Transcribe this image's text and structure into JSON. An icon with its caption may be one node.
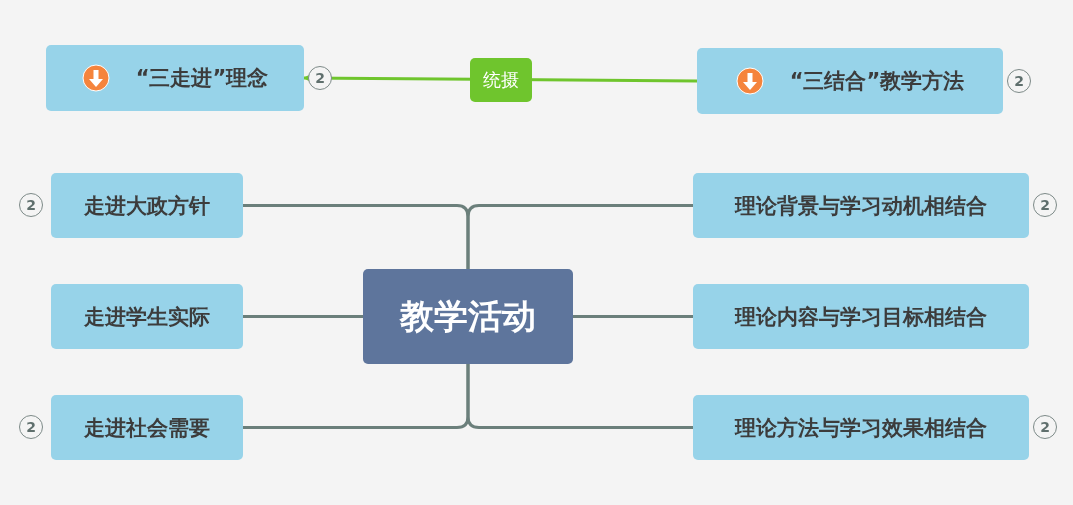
{
  "diagram": {
    "nodes": [
      {
        "text": [
          "“三走进”理念"
        ],
        "beside": [
          "2"
        ]
      },
      {
        "text": [
          "“三结合”教学方法"
        ],
        "beside": [
          "2"
        ]
      },
      {
        "text": [
          "教学活动"
        ]
      },
      {
        "text": [
          "走进大政方针"
        ],
        "beside": [
          "2"
        ]
      },
      {
        "text": [
          "走进学生实际"
        ]
      },
      {
        "text": [
          "走进社会需要"
        ],
        "beside": [
          "2"
        ]
      },
      {
        "text": [
          "理论背景与学习动机相结合"
        ],
        "beside": [
          "2"
        ]
      },
      {
        "text": [
          "理论内容与学习目标相结合"
        ]
      },
      {
        "text": [
          "理论方法与学习效果相结合"
        ],
        "beside": [
          "2"
        ]
      }
    ],
    "edges": [
      {
        "from": 1,
        "to": 0,
        "arrow": "to",
        "label": "统摄",
        "color": "#6fc52d"
      },
      {
        "from": 2,
        "to": 3,
        "arrow": "none"
      },
      {
        "from": 2,
        "to": 4,
        "arrow": "none"
      },
      {
        "from": 2,
        "to": 5,
        "arrow": "none"
      },
      {
        "from": 2,
        "to": 6,
        "arrow": "none"
      },
      {
        "from": 2,
        "to": 7,
        "arrow": "none"
      },
      {
        "from": 2,
        "to": 8,
        "arrow": "none"
      }
    ]
  }
}
